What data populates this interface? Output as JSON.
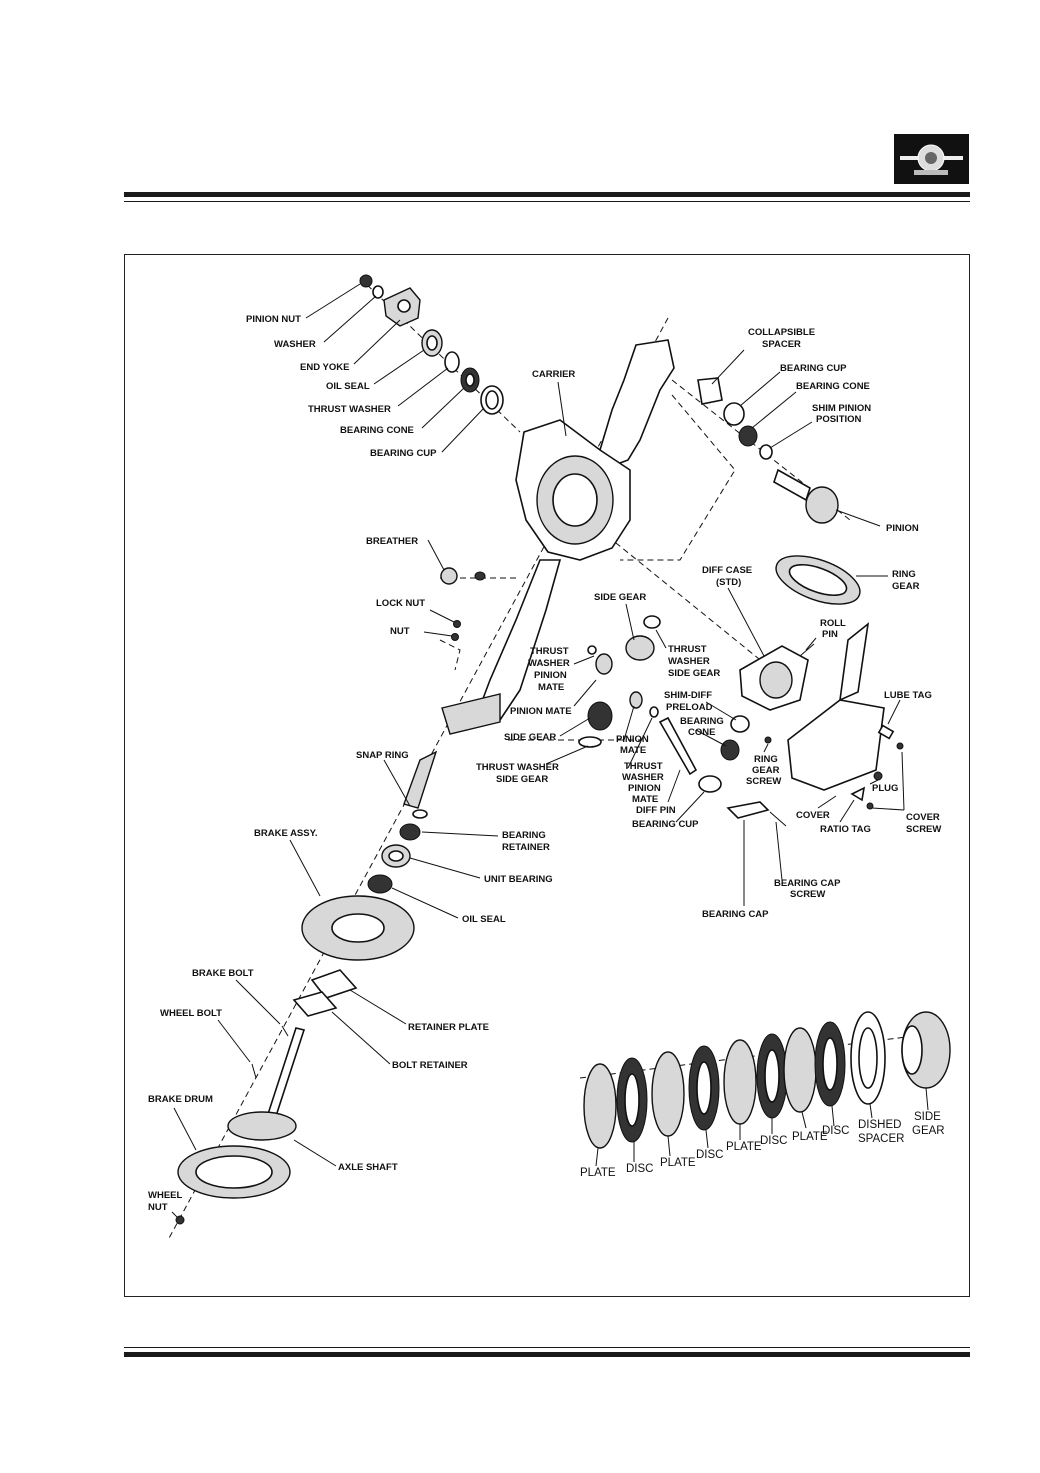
{
  "labels": {
    "pinion_nut": "PINION NUT",
    "washer": "WASHER",
    "end_yoke": "END YOKE",
    "oil_seal_top": "OIL SEAL",
    "thrust_washer": "THRUST WASHER",
    "bearing_cone_left": "BEARING CONE",
    "bearing_cup_left": "BEARING CUP",
    "carrier": "CARRIER",
    "collapsible_spacer_1": "COLLAPSIBLE",
    "collapsible_spacer_2": "SPACER",
    "bearing_cup_right": "BEARING CUP",
    "bearing_cone_right": "BEARING CONE",
    "shim_pinion_1": "SHIM PINION",
    "shim_pinion_2": "POSITION",
    "pinion": "PINION",
    "breather": "BREATHER",
    "diff_case_1": "DIFF CASE",
    "diff_case_2": "(STD)",
    "ring_gear_1": "RING",
    "ring_gear_2": "GEAR",
    "lock_nut": "LOCK NUT",
    "nut": "NUT",
    "side_gear_top": "SIDE GEAR",
    "roll_pin_1": "ROLL",
    "roll_pin_2": "PIN",
    "thrust_washer_pm_1": "THRUST",
    "thrust_washer_pm_2": "WASHER",
    "thrust_washer_pm_3": "PINION",
    "thrust_washer_pm_4": "MATE",
    "thrust_washer_sg_1": "THRUST",
    "thrust_washer_sg_2": "WASHER",
    "thrust_washer_sg_3": "SIDE GEAR",
    "lube_tag": "LUBE TAG",
    "shim_diff_1": "SHIM-DIFF",
    "shim_diff_2": "PRELOAD",
    "pinion_mate_left": "PINION MATE",
    "bearing_cone_center_1": "BEARING",
    "bearing_cone_center_2": "CONE",
    "side_gear_low": "SIDE GEAR",
    "pinion_mate_center_1": "PINION",
    "pinion_mate_center_2": "MATE",
    "ring_gear_screw_1": "RING",
    "ring_gear_screw_2": "GEAR",
    "ring_gear_screw_3": "SCREW",
    "plug": "PLUG",
    "snap_ring": "SNAP RING",
    "thrust_washer_sg_low_1": "THRUST WASHER",
    "thrust_washer_sg_low_2": "SIDE GEAR",
    "thrust_washer_pm_low_1": "THRUST",
    "thrust_washer_pm_low_2": "WASHER",
    "thrust_washer_pm_low_3": "PINION",
    "thrust_washer_pm_low_4": "MATE",
    "diff_pin": "DIFF PIN",
    "cover": "COVER",
    "ratio_tag": "RATIO TAG",
    "cover_screw_1": "COVER",
    "cover_screw_2": "SCREW",
    "bearing_cup_center": "BEARING CUP",
    "brake_assy": "BRAKE ASSY.",
    "bearing_retainer_1": "BEARING",
    "bearing_retainer_2": "RETAINER",
    "unit_bearing": "UNIT BEARING",
    "bearing_cap_screw_1": "BEARING CAP",
    "bearing_cap_screw_2": "SCREW",
    "oil_seal_low": "OIL SEAL",
    "bearing_cap": "BEARING CAP",
    "brake_bolt": "BRAKE BOLT",
    "retainer_plate": "RETAINER PLATE",
    "wheel_bolt": "WHEEL BOLT",
    "bolt_retainer": "BOLT RETAINER",
    "brake_drum": "BRAKE  DRUM",
    "axle_shaft": "AXLE SHAFT",
    "wheel_nut_1": "WHEEL",
    "wheel_nut_2": "NUT"
  },
  "clutch_pack": {
    "plate_1": "PLATE",
    "disc_1": "DISC",
    "plate_2": "PLATE",
    "disc_2": "DISC",
    "plate_3": "PLATE",
    "disc_3": "DISC",
    "plate_4": "PLATE",
    "disc_4": "DISC",
    "dished_spacer_1": "DISHED",
    "dished_spacer_2": "SPACER",
    "side_gear_1": "SIDE",
    "side_gear_2": "GEAR"
  }
}
